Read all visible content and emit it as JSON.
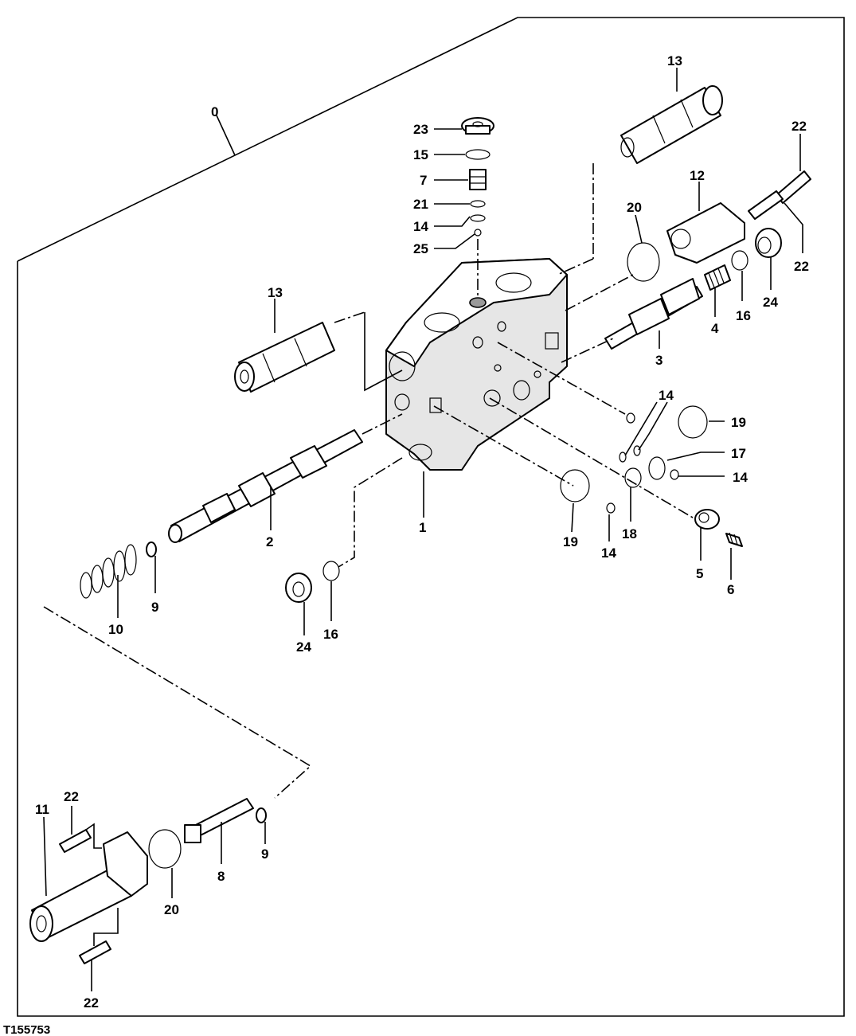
{
  "figure_id": "T155753",
  "callouts": [
    {
      "key": "c0",
      "text": "0"
    },
    {
      "key": "c1",
      "text": "1"
    },
    {
      "key": "c2",
      "text": "2"
    },
    {
      "key": "c3",
      "text": "3"
    },
    {
      "key": "c4",
      "text": "4"
    },
    {
      "key": "c5",
      "text": "5"
    },
    {
      "key": "c6",
      "text": "6"
    },
    {
      "key": "c7",
      "text": "7"
    },
    {
      "key": "c8",
      "text": "8"
    },
    {
      "key": "c9a",
      "text": "9"
    },
    {
      "key": "c9b",
      "text": "9"
    },
    {
      "key": "c10",
      "text": "10"
    },
    {
      "key": "c11",
      "text": "11"
    },
    {
      "key": "c12",
      "text": "12"
    },
    {
      "key": "c13a",
      "text": "13"
    },
    {
      "key": "c13b",
      "text": "13"
    },
    {
      "key": "c14a",
      "text": "14"
    },
    {
      "key": "c14b",
      "text": "14"
    },
    {
      "key": "c14c",
      "text": "14"
    },
    {
      "key": "c14d",
      "text": "14"
    },
    {
      "key": "c15",
      "text": "15"
    },
    {
      "key": "c16a",
      "text": "16"
    },
    {
      "key": "c16b",
      "text": "16"
    },
    {
      "key": "c17",
      "text": "17"
    },
    {
      "key": "c18",
      "text": "18"
    },
    {
      "key": "c19a",
      "text": "19"
    },
    {
      "key": "c19b",
      "text": "19"
    },
    {
      "key": "c20a",
      "text": "20"
    },
    {
      "key": "c20b",
      "text": "20"
    },
    {
      "key": "c21",
      "text": "21"
    },
    {
      "key": "c22a",
      "text": "22"
    },
    {
      "key": "c22b",
      "text": "22"
    },
    {
      "key": "c22c",
      "text": "22"
    },
    {
      "key": "c22d",
      "text": "22"
    },
    {
      "key": "c23",
      "text": "23"
    },
    {
      "key": "c24a",
      "text": "24"
    },
    {
      "key": "c24b",
      "text": "24"
    },
    {
      "key": "c25",
      "text": "25"
    }
  ]
}
